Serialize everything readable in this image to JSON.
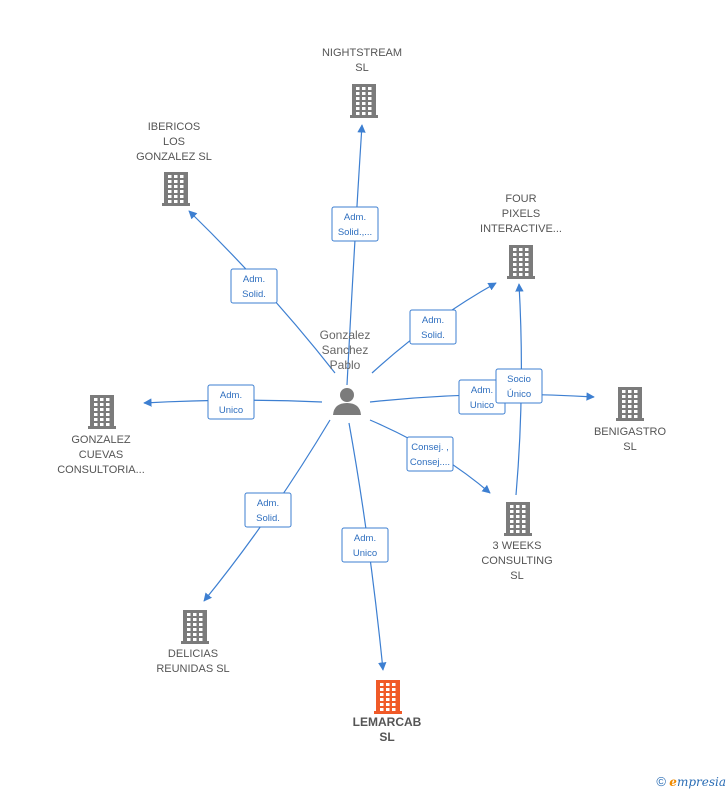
{
  "colors": {
    "edge": "#3d7fd1",
    "building": "#7b7b7b",
    "highlight": "#f05a28",
    "text": "#555555"
  },
  "person": {
    "label": [
      "Gonzalez",
      "Sanchez",
      "Pablo"
    ],
    "icon": "person-icon"
  },
  "companies": [
    {
      "id": "nightstream",
      "label": [
        "NIGHTSTREAM",
        "SL"
      ],
      "highlight": false
    },
    {
      "id": "ibericos",
      "label": [
        "IBERICOS",
        "LOS",
        "GONZALEZ  SL"
      ],
      "highlight": false
    },
    {
      "id": "four-pixels",
      "label": [
        "FOUR",
        "PIXELS",
        "INTERACTIVE..."
      ],
      "highlight": false
    },
    {
      "id": "benigastro",
      "label": [
        "BENIGASTRO",
        "SL"
      ],
      "highlight": false
    },
    {
      "id": "gonzalez-cuevas",
      "label": [
        "GONZALEZ",
        "CUEVAS",
        "CONSULTORIA..."
      ],
      "highlight": false
    },
    {
      "id": "3-weeks",
      "label": [
        "3 WEEKS",
        "CONSULTING",
        "SL"
      ],
      "highlight": false
    },
    {
      "id": "delicias",
      "label": [
        "DELICIAS",
        "REUNIDAS SL"
      ],
      "highlight": false
    },
    {
      "id": "lemarcab",
      "label": [
        "LEMARCAB",
        "SL"
      ],
      "highlight": true
    }
  ],
  "edges": [
    {
      "from": "person",
      "to": "nightstream",
      "label": [
        "Adm.",
        "Solid.,..."
      ]
    },
    {
      "from": "person",
      "to": "ibericos",
      "label": [
        "Adm.",
        "Solid."
      ]
    },
    {
      "from": "person",
      "to": "four-pixels",
      "label": [
        "Adm.",
        "Solid."
      ]
    },
    {
      "from": "person",
      "to": "benigastro",
      "label": [
        "Adm.",
        "Unico"
      ]
    },
    {
      "from": "person",
      "to": "gonzalez-cuevas",
      "label": [
        "Adm.",
        "Unico"
      ]
    },
    {
      "from": "person",
      "to": "3-weeks",
      "label": [
        "Consej. ,",
        "Consej...."
      ]
    },
    {
      "from": "person",
      "to": "delicias",
      "label": [
        "Adm.",
        "Solid."
      ]
    },
    {
      "from": "person",
      "to": "lemarcab",
      "label": [
        "Adm.",
        "Unico"
      ]
    },
    {
      "from": "3-weeks",
      "to": "four-pixels",
      "label": [
        "Socio",
        "Único"
      ]
    }
  ],
  "watermark": {
    "copyright": "©",
    "brand_initial": "e",
    "brand_rest": "mpresia"
  }
}
